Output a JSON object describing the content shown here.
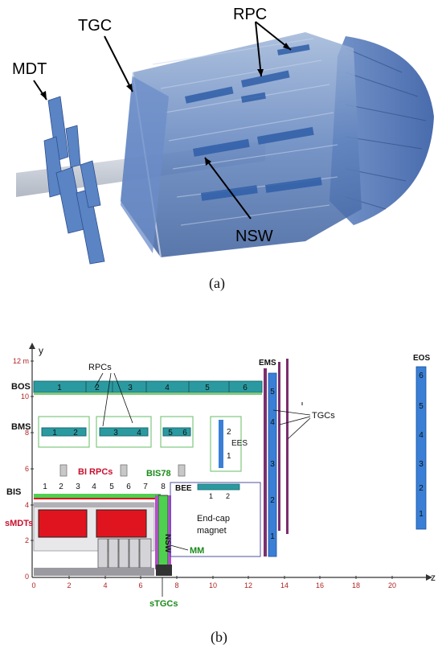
{
  "panel_a": {
    "caption": "(a)",
    "labels": {
      "mdt": "MDT",
      "tgc": "TGC",
      "rpc": "RPC",
      "nsw": "NSW"
    }
  },
  "panel_b": {
    "caption": "(b)",
    "axes": {
      "y_label": "y",
      "x_label": "z",
      "y_ticks": [
        "12 m",
        "10",
        "8",
        "6",
        "4",
        "2",
        "0"
      ],
      "x_ticks": [
        "0",
        "2",
        "4",
        "6",
        "8",
        "10",
        "12",
        "14",
        "16",
        "18",
        "20"
      ]
    },
    "rows": {
      "bos": "BOS",
      "bms": "BMS",
      "bis": "BIS"
    },
    "labels": {
      "rpcs": "RPCs",
      "bi_rpcs": "BI RPCs",
      "bis78": "BIS78",
      "bee": "BEE",
      "ees": "EES",
      "ems": "EMS",
      "eos": "EOS",
      "tgcs": "TGCs",
      "smdts": "sMDTs",
      "mm": "MM",
      "stgcs": "sTGCs",
      "nsw": "NSW",
      "magnet_line1": "End-cap",
      "magnet_line2": "magnet"
    },
    "bos_numbers": [
      "1",
      "2",
      "3",
      "4",
      "5",
      "6"
    ],
    "bms_numbers": [
      "1",
      "2",
      "3",
      "4",
      "5",
      "6"
    ],
    "bis_numbers": [
      "1",
      "2",
      "3",
      "4",
      "5",
      "6",
      "7",
      "8"
    ],
    "bee_numbers": [
      "1",
      "2"
    ],
    "ees_numbers": [
      "2",
      "1"
    ],
    "ems_numbers": [
      "5",
      "4",
      "3",
      "2",
      "1"
    ],
    "eos_numbers": [
      "6",
      "5",
      "4",
      "3",
      "2",
      "1"
    ],
    "colors": {
      "mdt_fill": "#2a9aa0",
      "chamber_outline": "#7fc87f",
      "tgc_bar": "#7a2e6e",
      "endcap_blue": "#3a7fd5",
      "smdt_red": "#e0141e",
      "nsw_green": "#4fd04f",
      "label_red": "#c8102e",
      "label_green": "#1a8a1a",
      "axis_red": "#b22222"
    }
  }
}
